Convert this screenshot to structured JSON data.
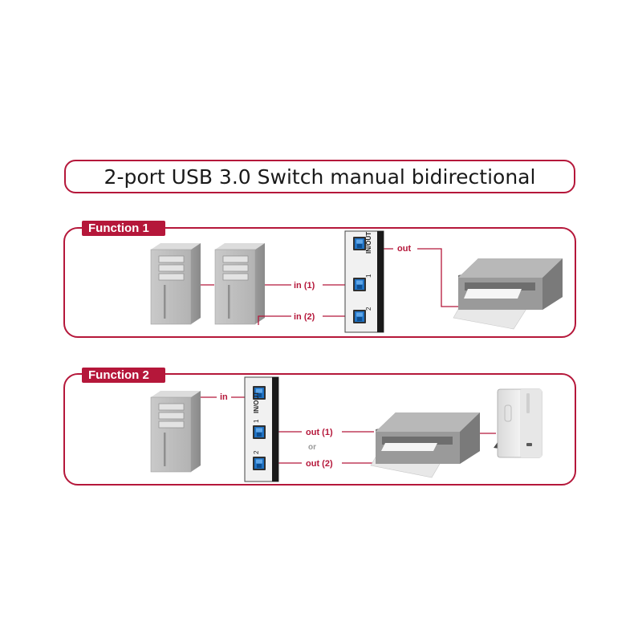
{
  "title": "2-port USB 3.0 Switch manual bidirectional",
  "function1": {
    "tab": "Function 1",
    "labels": {
      "out": "out",
      "in1": "in (1)",
      "in2": "in (2)"
    },
    "ports": {
      "io": "IN/OUT",
      "p1": "1",
      "p2": "2"
    }
  },
  "function2": {
    "tab": "Function 2",
    "labels": {
      "in": "in",
      "out1": "out (1)",
      "or": "or",
      "out2": "out (2)"
    },
    "ports": {
      "io": "IN/OUT",
      "p1": "1",
      "p2": "2"
    }
  },
  "colors": {
    "accent": "#b5173a",
    "usb_blue": "#1f72c4"
  },
  "icons": [
    "pc-tower-icon",
    "usb-switch-icon",
    "printer-icon",
    "external-drive-icon"
  ]
}
